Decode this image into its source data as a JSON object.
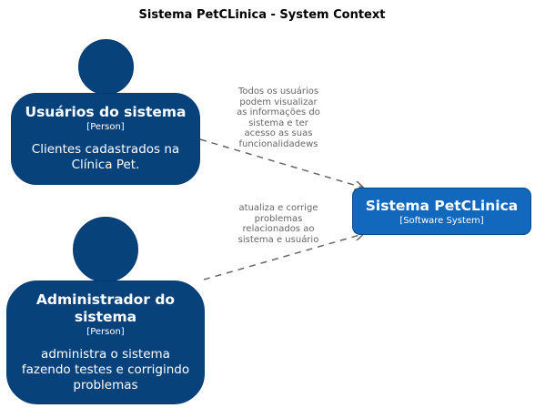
{
  "diagram": {
    "title": "Sistema PetCLinica - System Context"
  },
  "nodes": {
    "users": {
      "name": "Usuários do sistema",
      "type": "[Person]",
      "description_lines": [
        "Clientes cadastrados na",
        "Clínica Pet."
      ]
    },
    "admin": {
      "name_lines": [
        "Administrador do",
        "sistema"
      ],
      "type": "[Person]",
      "description_lines": [
        "administra o sistema",
        "fazendo testes e corrigindo",
        "problemas"
      ]
    },
    "system": {
      "name": "Sistema PetCLinica",
      "type": "[Software System]"
    }
  },
  "relations": [
    {
      "label_lines": [
        "Todos os usuários",
        "podem visualizar",
        "as informações do",
        "sistema e ter",
        "acesso as suas",
        "funcionalidadews"
      ]
    },
    {
      "label_lines": [
        "atualiza e corrige",
        "problemas",
        "relacionados ao",
        "sistema e usuário"
      ]
    }
  ],
  "colors": {
    "person": "#08427b",
    "software_system": "#1168bd",
    "relation": "#666666"
  }
}
